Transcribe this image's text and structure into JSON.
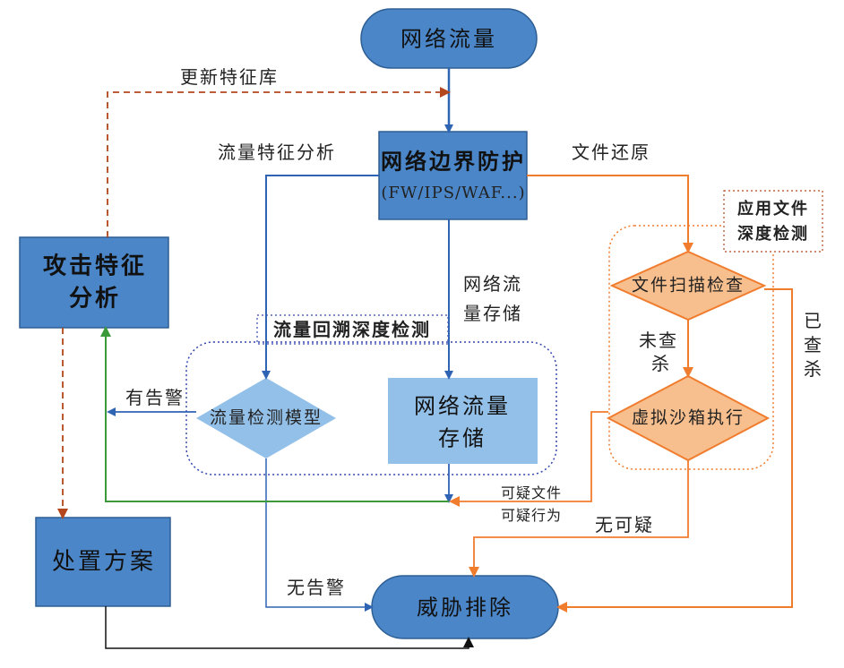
{
  "nodes": {
    "network_traffic": "网络流量",
    "boundary_title": "网络边界防护",
    "boundary_sub": "(FW/IPS/WAF...)",
    "attack_analysis_line1": "攻击特征",
    "attack_analysis_line2": "分析",
    "disposal": "处置方案",
    "threat_removal": "威胁排除",
    "traffic_detection_model": "流量检测模型",
    "traffic_storage_line1": "网络流量",
    "traffic_storage_line2": "存储",
    "file_scan": "文件扫描检查",
    "sandbox": "虚拟沙箱执行"
  },
  "groups": {
    "backtrack_title": "流量回溯深度检测",
    "app_file_line1": "应用文件",
    "app_file_line2": "深度检测"
  },
  "edges": {
    "update_signature": "更新特征库",
    "traffic_feature": "流量特征分析",
    "file_restore": "文件还原",
    "storage_line1": "网络流",
    "storage_line2": "量存储",
    "has_alarm": "有告警",
    "no_alarm": "无告警",
    "not_scanned_line1": "未查",
    "not_scanned_line2": "杀",
    "scanned": "已查杀",
    "suspicious_file": "可疑文件",
    "suspicious_behavior": "可疑行为",
    "not_suspicious": "无可疑"
  },
  "colors": {
    "node_fill": "#4a86c8",
    "node_stroke": "#2e5f94",
    "light_fill": "#93c0e8",
    "orange_fill": "#f8bf8e",
    "orange_line": "#f07c2e",
    "blue_line": "#2f63b4",
    "green_line": "#3a9a3a",
    "red_dashed": "#b3461c",
    "group_stroke": "#3346b0"
  }
}
